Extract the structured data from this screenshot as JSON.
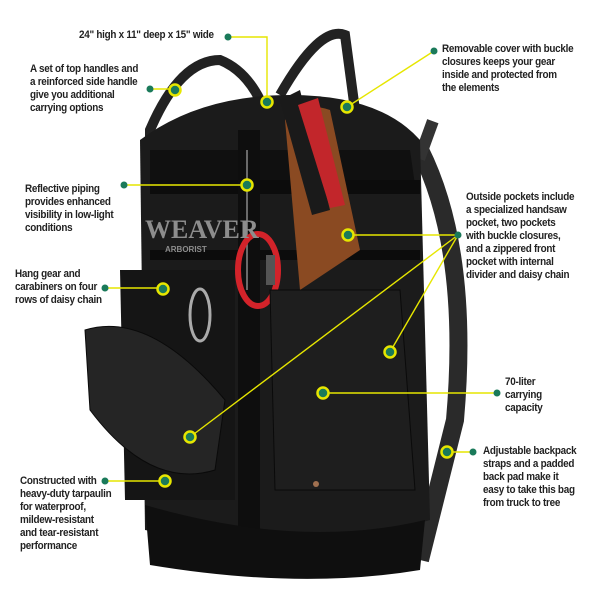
{
  "brand_logo": {
    "name": "WEAVER",
    "sub": "ARBORIST"
  },
  "colors": {
    "leader_line": "#1a7a5a",
    "marker_ring": "#e6e600",
    "marker_core": "#1a7a5a",
    "bag": "#1b1b1b",
    "text": "#222222"
  },
  "callouts": [
    {
      "id": "dimensions",
      "text": "24\" high x 11\" deep x 15\" wide"
    },
    {
      "id": "handles",
      "text": "A set of top handles and\na reinforced side handle\ngive you additional\ncarrying options"
    },
    {
      "id": "cover",
      "text": "Removable cover with buckle\nclosures keeps your gear\ninside and protected from\nthe elements"
    },
    {
      "id": "reflective",
      "text": "Reflective piping\nprovides enhanced\nvisibility in low-light\nconditions"
    },
    {
      "id": "daisy",
      "text": "Hang gear and\ncarabiners on four\nrows of daisy chain"
    },
    {
      "id": "pockets",
      "text": "Outside pockets include\na specialized handsaw\npocket, two pockets\nwith buckle closures,\nand a zippered front\npocket with internal\ndivider and daisy chain"
    },
    {
      "id": "capacity",
      "text": "70-liter\ncarrying\ncapacity"
    },
    {
      "id": "straps",
      "text": "Adjustable backpack\nstraps and a padded\nback pad make it\neasy to take this bag\nfrom truck to tree"
    },
    {
      "id": "tarpaulin",
      "text": "Constructed with\nheavy-duty tarpaulin\nfor waterproof,\nmildew-resistant\nand tear-resistant\nperformance"
    }
  ]
}
